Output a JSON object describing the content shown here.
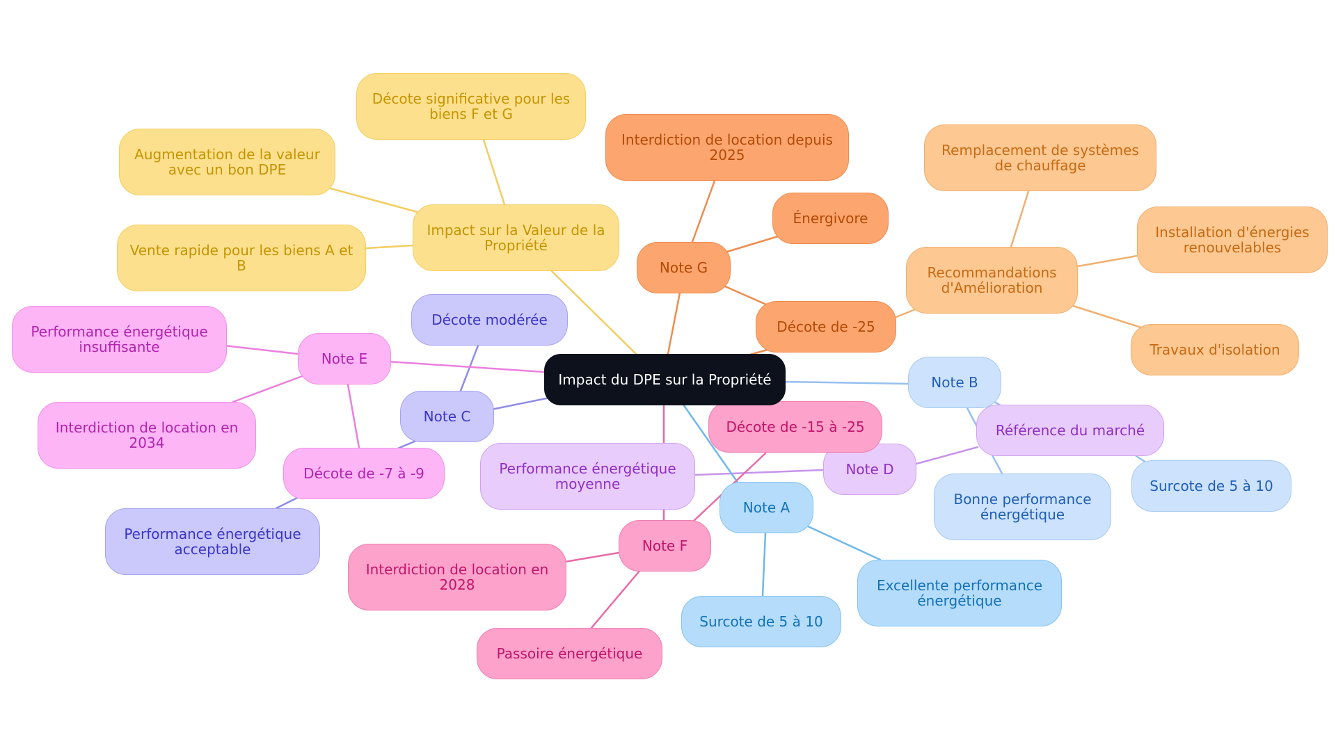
{
  "diagram": {
    "root": {
      "label": "Impact du DPE sur la Propriété"
    },
    "nodes": {
      "valeur": "Impact sur la Valeur de la Propriété",
      "decote_fg": "Décote significative pour les biens F et G",
      "augmentation": "Augmentation de la valeur avec un bon DPE",
      "vente_rapide": "Vente rapide pour les biens A et B",
      "note_g": "Note G",
      "interdiction_2025": "Interdiction de location depuis 2025",
      "energivore": "Énergivore",
      "decote_25": "Décote de -25",
      "recommandations": "Recommandations d'Amélioration",
      "chauffage": "Remplacement de systèmes de chauffage",
      "renouvelables": "Installation d'énergies renouvelables",
      "isolation": "Travaux d'isolation",
      "note_c": "Note C",
      "decote_moderee": "Décote modérée",
      "perf_acceptable": "Performance énergétique acceptable",
      "note_e": "Note E",
      "perf_insuffisante": "Performance énergétique insuffisante",
      "interdiction_2034": "Interdiction de location en 2034",
      "decote_7_9": "Décote de -7 à -9",
      "note_b": "Note B",
      "reference_marche": "Référence du marché",
      "bonne_perf": "Bonne performance énergétique",
      "surcote_b": "Surcote de 5 à 10",
      "note_d": "Note D",
      "perf_moyenne": "Performance énergétique moyenne",
      "decote_15_25": "Décote de -15 à -25",
      "note_a": "Note A",
      "excellente_perf": "Excellente performance énergétique",
      "surcote_a": "Surcote de 5 à 10",
      "note_f": "Note F",
      "interdiction_2028": "Interdiction de location en 2028",
      "passoire": "Passoire énergétique"
    },
    "branch_colors": {
      "yellow": "#f3cd5f",
      "orange": "#ee8b4d",
      "peach": "#f1b06f",
      "lavender": "#8e8be8",
      "pink": "#ec7fde",
      "light_blue": "#96bff0",
      "light_purple": "#c793ec",
      "sky": "#6fb8ea",
      "rose": "#e96aa6"
    }
  }
}
